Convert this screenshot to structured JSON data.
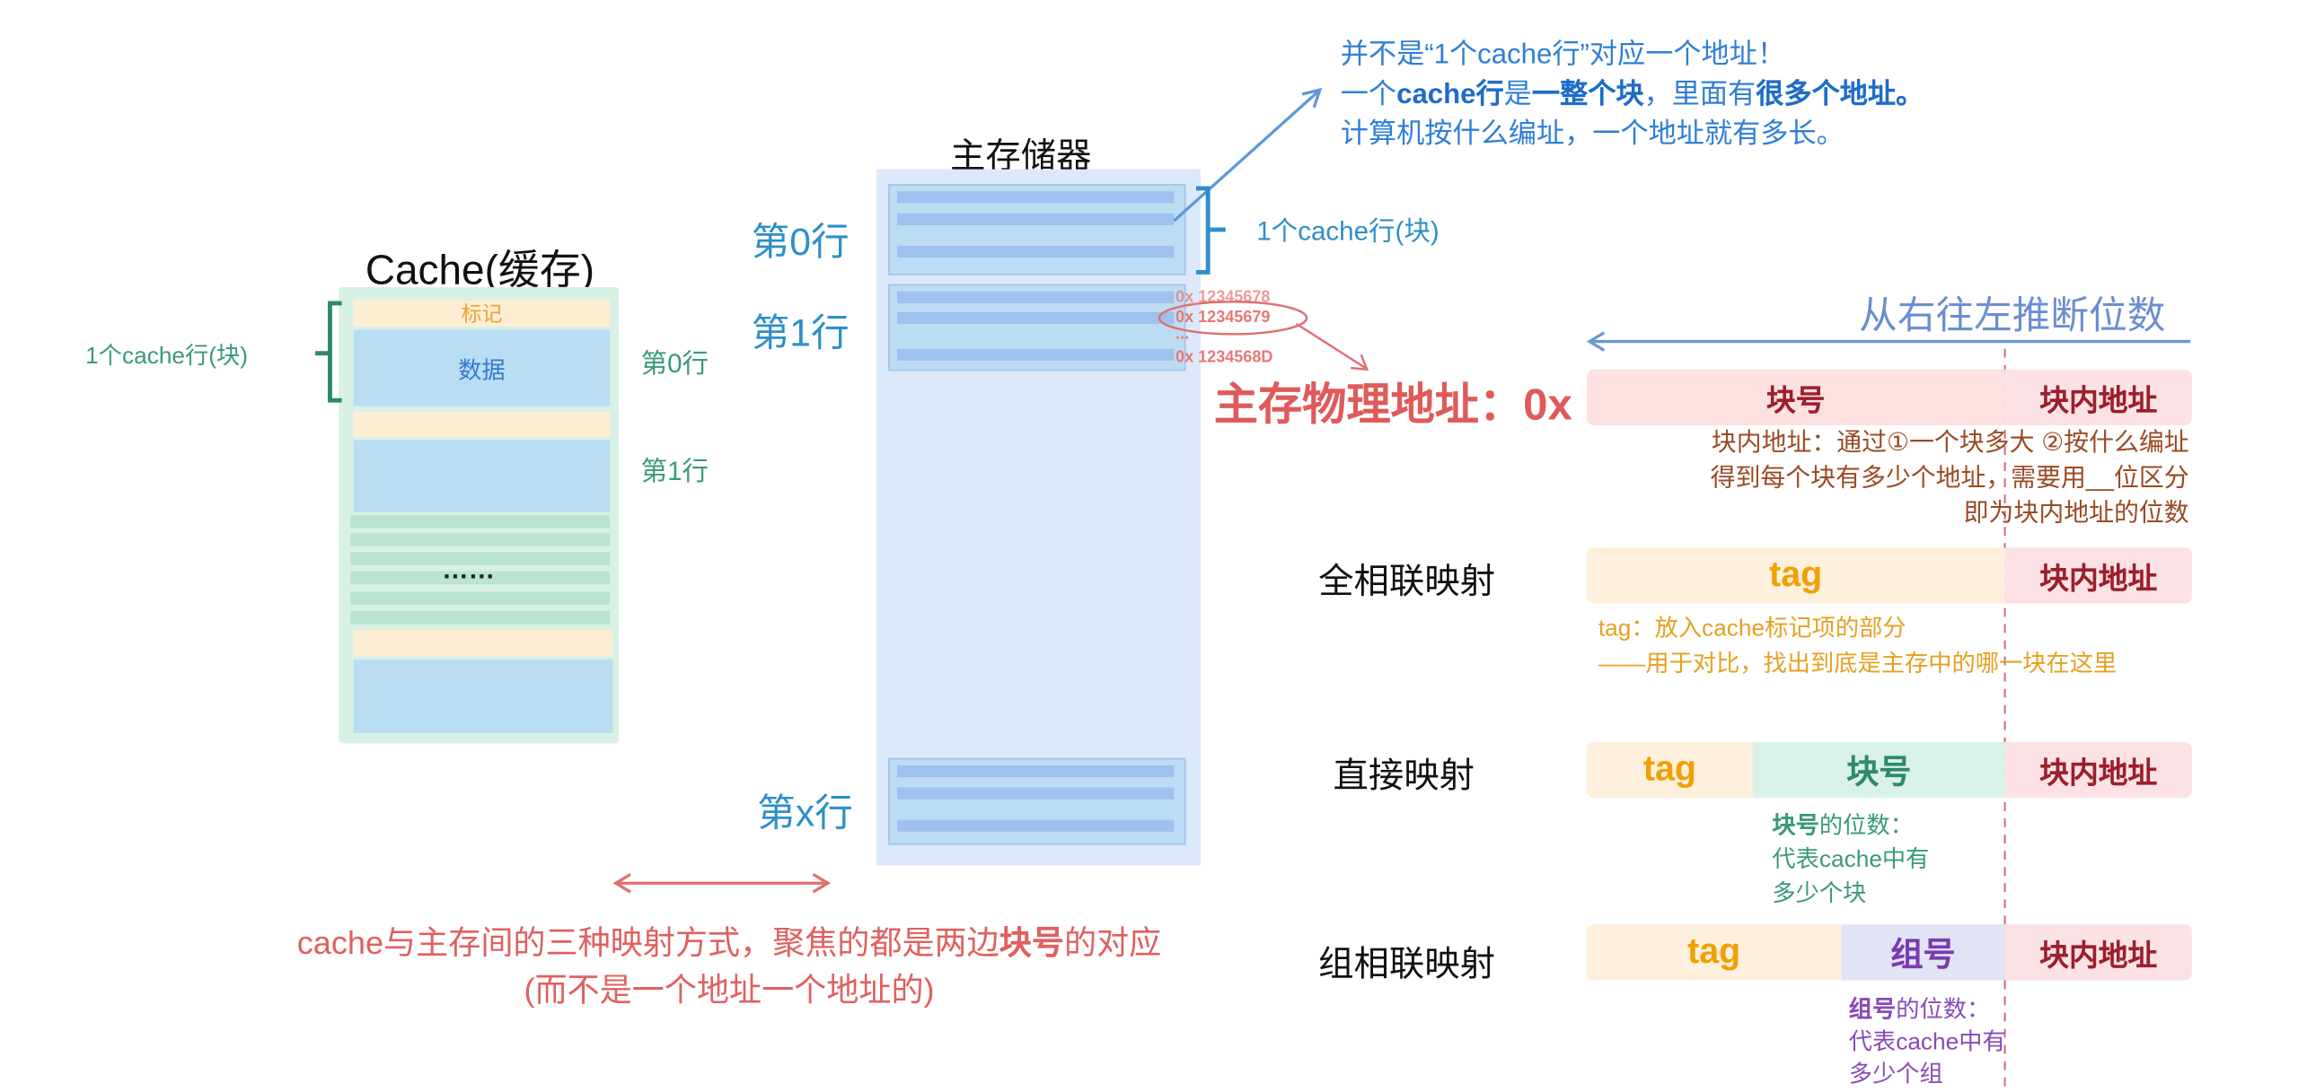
{
  "cache": {
    "title": "Cache(缓存)",
    "tag_label": "标记",
    "data_label": "数据",
    "row_label": "1个cache行(块)",
    "row0": "第0行",
    "row1": "第1行",
    "ellipsis": "……"
  },
  "memory": {
    "title": "主存储器",
    "row0": "第0行",
    "row1": "第1行",
    "rowx": "第x行",
    "row_label": "1个cache行(块)",
    "addresses": [
      "0x 12345678",
      "0x 12345679",
      "...",
      "0x 1234568D"
    ]
  },
  "note": {
    "line1": "并不是“1个cache行”对应一个地址！",
    "line2": [
      {
        "t": "一个",
        "b": false
      },
      {
        "t": "cache行",
        "b": true
      },
      {
        "t": "是",
        "b": false
      },
      {
        "t": "一整个块",
        "b": true
      },
      {
        "t": "，里面有",
        "b": false
      },
      {
        "t": "很多个地址。",
        "b": true
      }
    ],
    "line3": "计算机按什么编址，一个地址就有多长。"
  },
  "direction": "从右往左推断位数",
  "physical_address_label": "主存物理地址：0x",
  "address_format": {
    "block_no": "块号",
    "offset": "块内地址",
    "offset_note": [
      "块内地址：通过①一个块多大 ②按什么编址",
      "得到每个块有多少个地址，需要用__位区分",
      "即为块内地址的位数"
    ]
  },
  "mappings": {
    "full": {
      "name": "全相联映射",
      "tag": "tag",
      "offset": "块内地址",
      "note": [
        "tag：放入cache标记项的部分",
        "——用于对比，找出到底是主存中的哪一块在这里"
      ]
    },
    "direct": {
      "name": "直接映射",
      "tag": "tag",
      "mid": "块号",
      "offset": "块内地址",
      "note_bold": "块号",
      "note": [
        "的位数：",
        "代表cache中有",
        "多少个块"
      ]
    },
    "set": {
      "name": "组相联映射",
      "tag": "tag",
      "mid": "组号",
      "offset": "块内地址",
      "note_bold": "组号",
      "note": [
        "的位数：",
        "代表cache中有",
        "多少个组"
      ]
    }
  },
  "caption": {
    "line1_pre": "cache与主存间的三种映射方式，聚焦的都是两边",
    "line1_bold": "块号",
    "line1_post": "的对应",
    "line2": "(而不是一个地址一个地址的)"
  },
  "colors": {
    "red": "#e05a5a",
    "blue": "#2f7fd6",
    "green": "#3a9a78",
    "purple": "#8a4ab8",
    "orange": "#f0a000"
  }
}
